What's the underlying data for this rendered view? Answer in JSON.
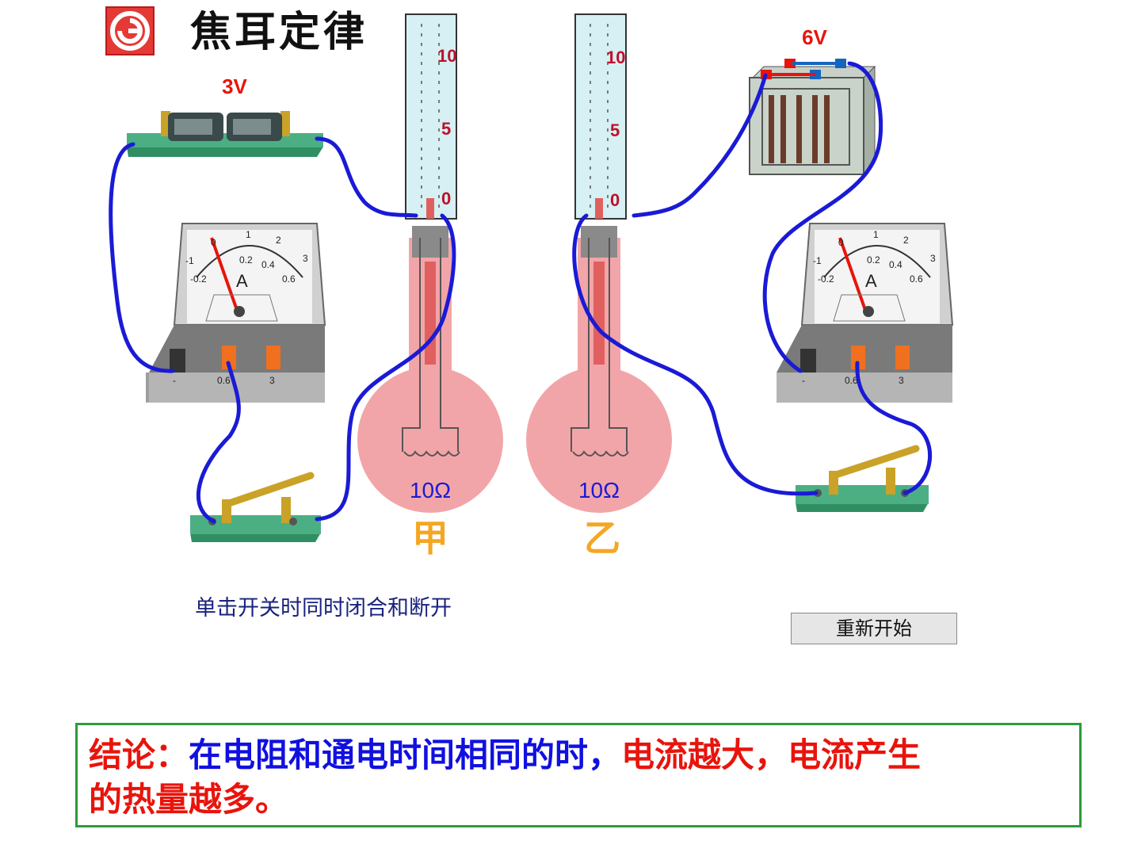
{
  "header": {
    "title": "焦耳定律",
    "logo_icon": "red-square-logo-icon"
  },
  "circuit_left": {
    "battery_voltage": "3V",
    "flask_label": "甲",
    "resistance": "10Ω"
  },
  "circuit_right": {
    "battery_voltage": "6V",
    "flask_label": "乙",
    "resistance": "10Ω"
  },
  "thermometer": {
    "scale_high": "10",
    "scale_mid": "5",
    "scale_low": "0"
  },
  "ammeter": {
    "unit": "A",
    "outer_scale": [
      "0",
      "1",
      "2",
      "3"
    ],
    "inner_scale": [
      "0.2",
      "0.4",
      "0.6"
    ],
    "negative_outer": "-1",
    "negative_inner": "-0.2",
    "terminals": [
      "-",
      "0.6",
      "3"
    ]
  },
  "instruction": "单击开关时同时闭合和断开",
  "restart_button": "重新开始",
  "conclusion": {
    "prefix": "结论：",
    "blue_part": "在电阻和通电时间相同的时，",
    "red_part_1": "电流越大，电流产生",
    "red_part_2": "的热量越多。"
  },
  "colors": {
    "wire": "#1a1ad6",
    "flask": "#f2a5a8",
    "board": "#4caf84",
    "conclusion_border": "#2e9b3a"
  }
}
